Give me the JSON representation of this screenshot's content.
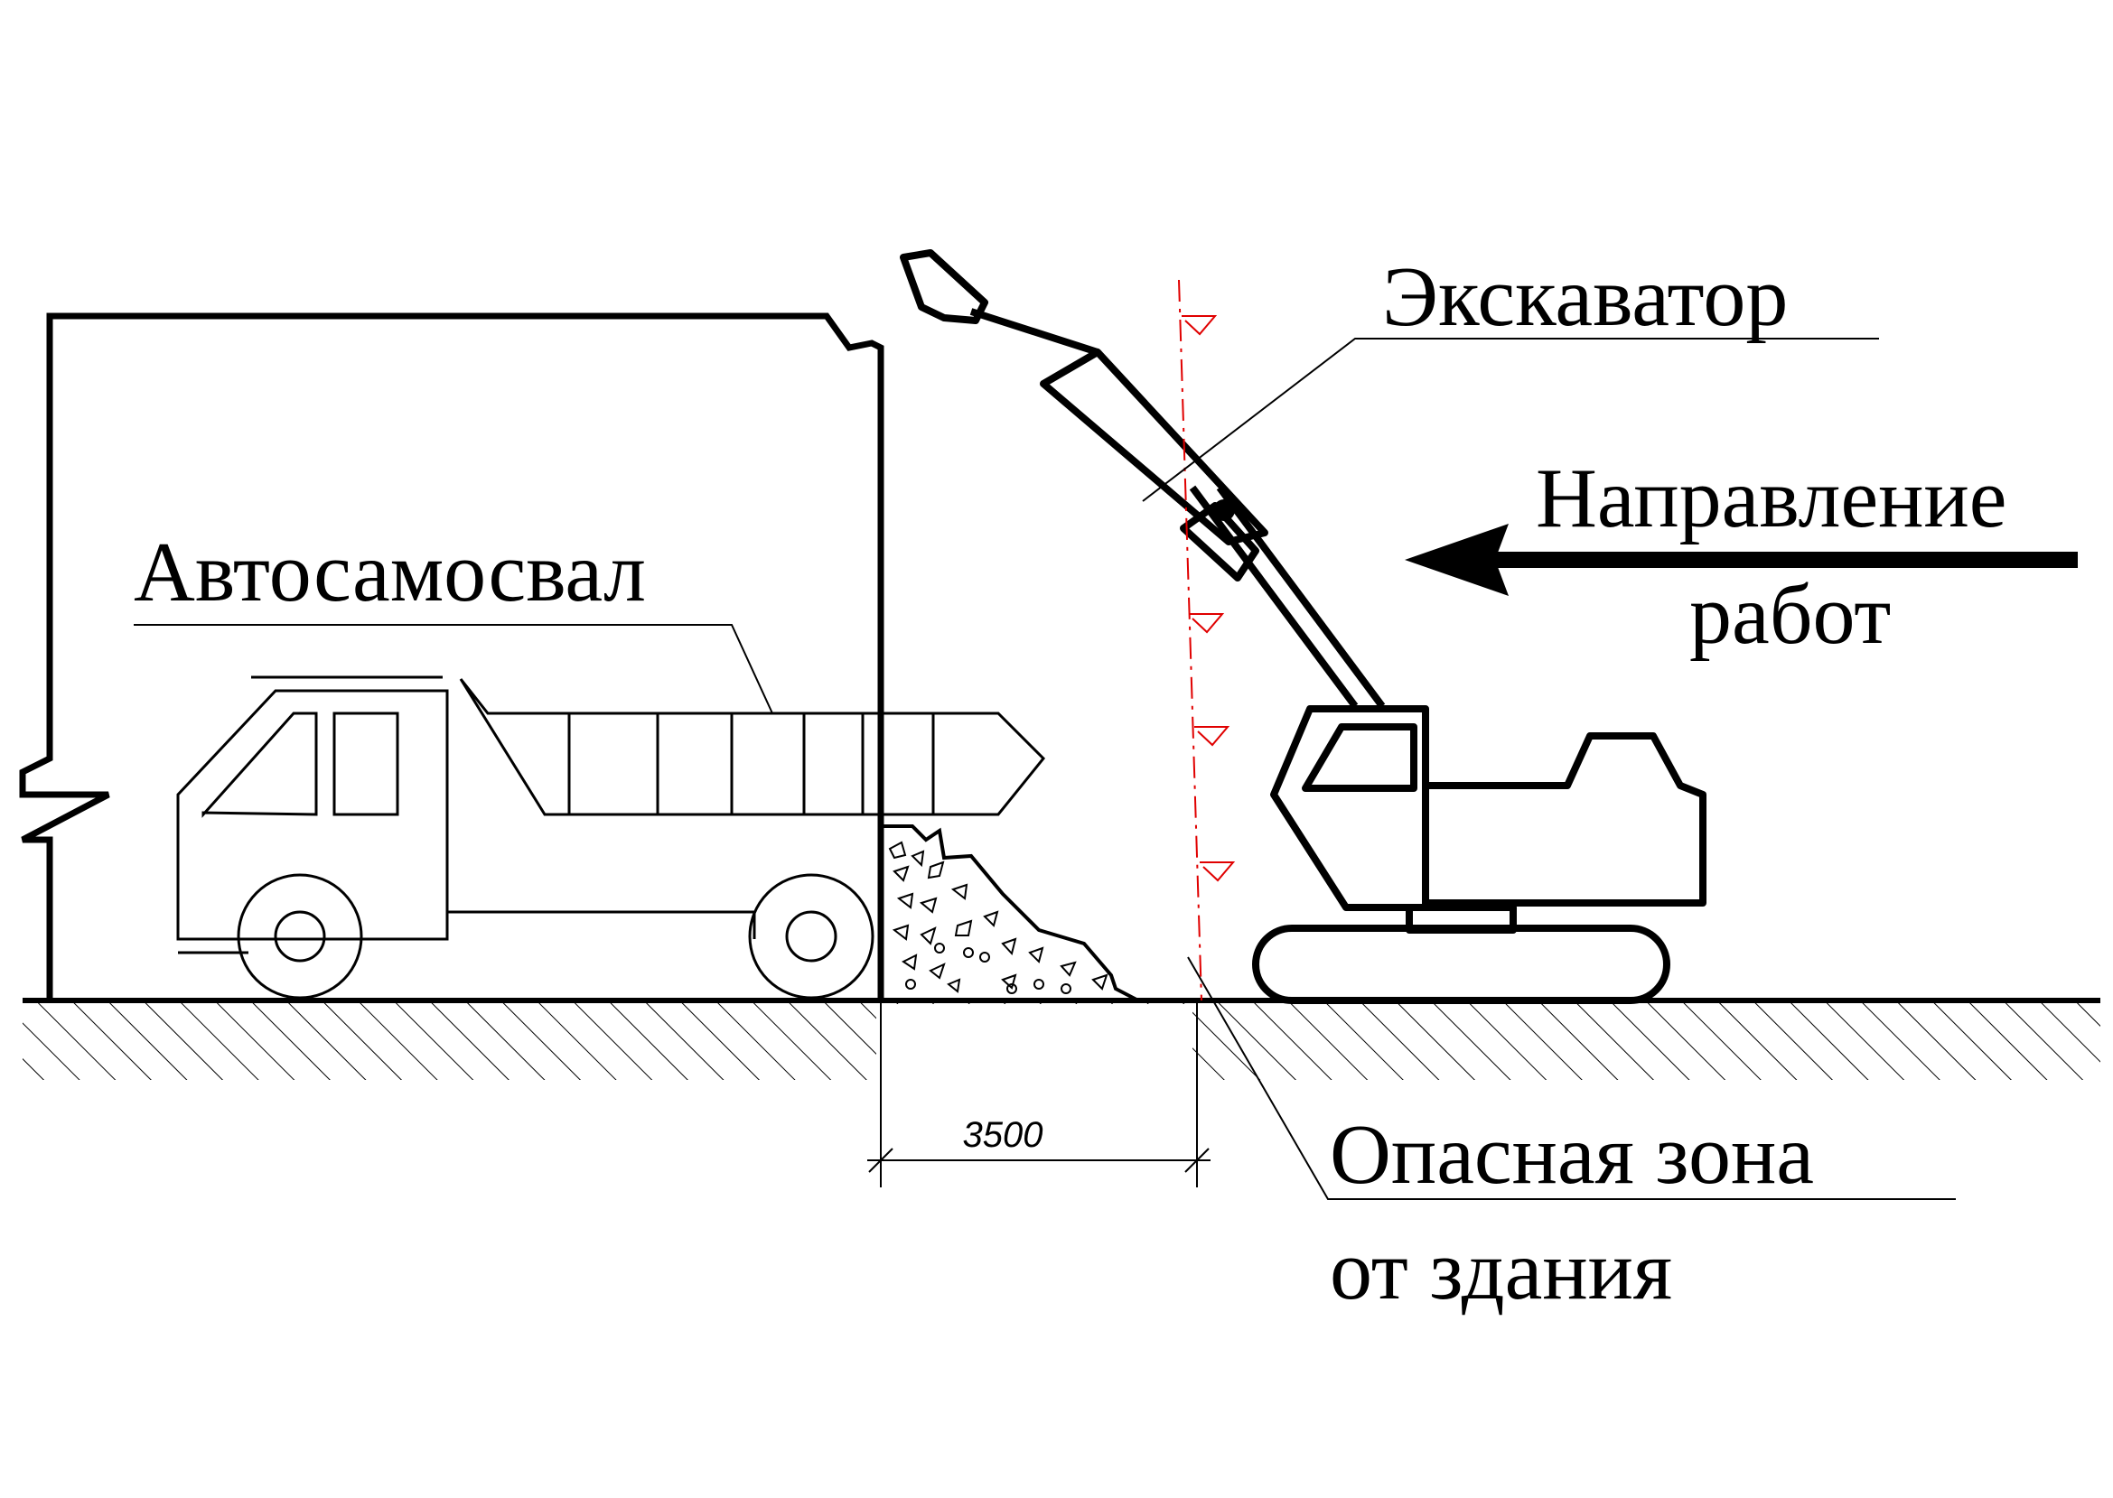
{
  "labels": {
    "truck": "Автосамосвал",
    "excavator": "Экскаватор",
    "direction_line1": "Направление",
    "direction_line2": "работ",
    "danger_line1": "Опасная зона",
    "danger_line2": "от здания"
  },
  "dimension": {
    "value": "3500"
  },
  "colors": {
    "line": "#000000",
    "danger_zone": "#e00000",
    "background": "#ffffff"
  }
}
